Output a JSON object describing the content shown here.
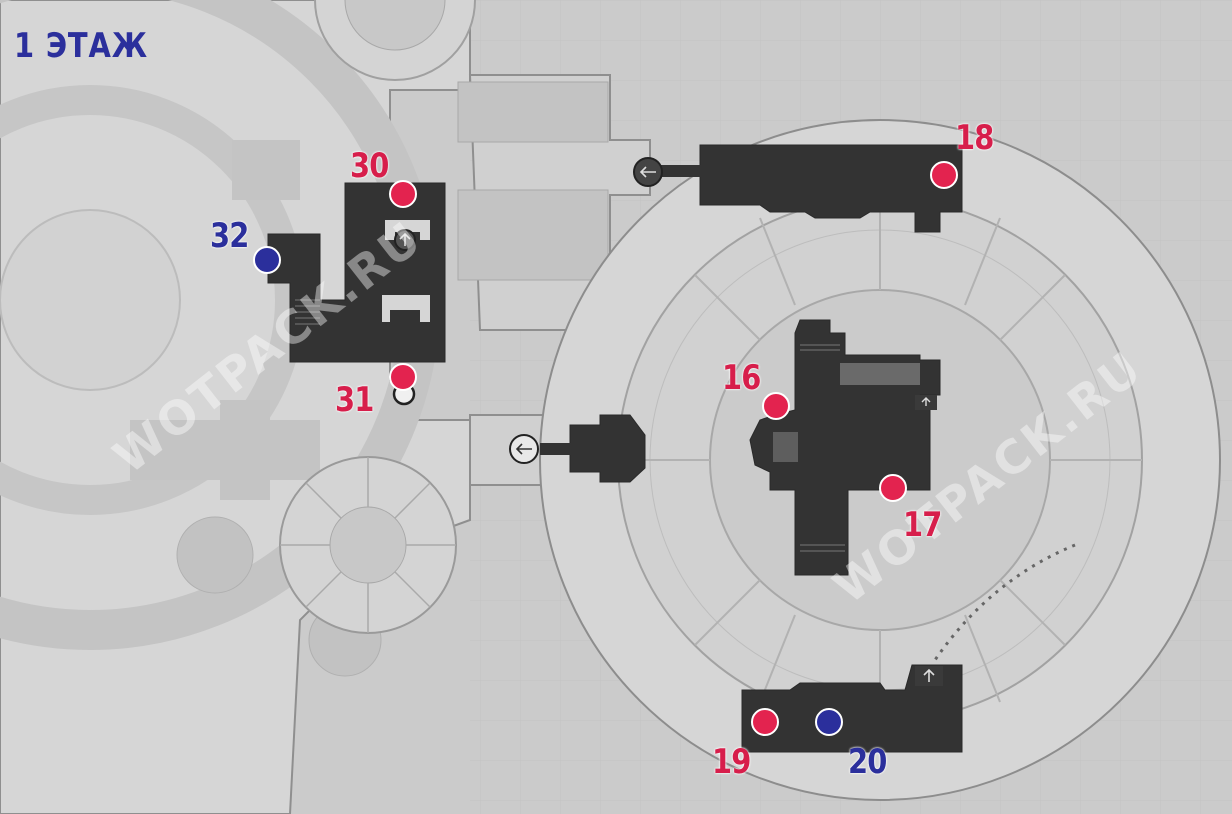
{
  "floor_label": "1 ЭТАЖ",
  "watermark": "WOTPACK.RU",
  "colors": {
    "background": "#c9c9c9",
    "floor": "#d9d9d9",
    "wall_line": "#9a9a9a",
    "room_fill": "#333333",
    "red_marker": "#e3234f",
    "blue_marker": "#2b2f9c",
    "label_text_red": "#d71e4b",
    "label_text_blue": "#2b2f9c"
  },
  "markers": [
    {
      "id": "30",
      "label": "30",
      "color": "red"
    },
    {
      "id": "32",
      "label": "32",
      "color": "blue"
    },
    {
      "id": "31",
      "label": "31",
      "color": "red"
    },
    {
      "id": "18",
      "label": "18",
      "color": "red"
    },
    {
      "id": "16",
      "label": "16",
      "color": "red"
    },
    {
      "id": "17",
      "label": "17",
      "color": "red"
    },
    {
      "id": "19",
      "label": "19",
      "color": "red"
    },
    {
      "id": "20",
      "label": "20",
      "color": "blue"
    }
  ],
  "icons": [
    "arrow-up-icon",
    "arrow-left-icon"
  ]
}
